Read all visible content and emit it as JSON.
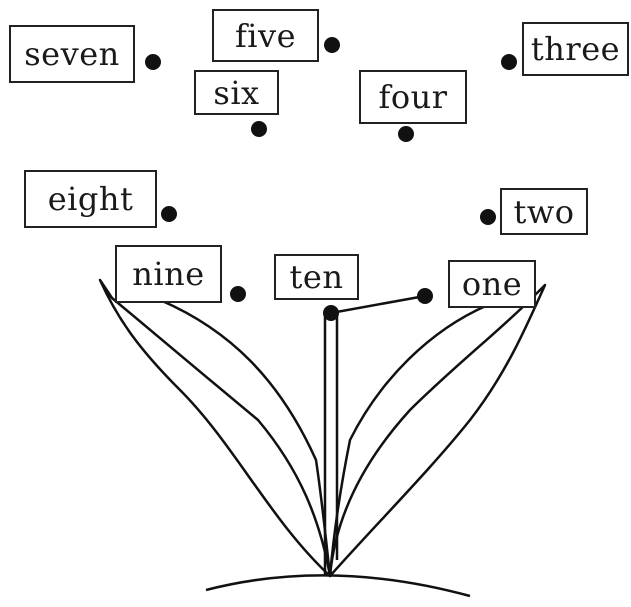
{
  "labels": {
    "one": "one",
    "two": "two",
    "three": "three",
    "four": "four",
    "five": "five",
    "six": "six",
    "seven": "seven",
    "eight": "eight",
    "nine": "nine",
    "ten": "ten"
  },
  "colors": {
    "ink": "#111111",
    "background": "#ffffff"
  }
}
